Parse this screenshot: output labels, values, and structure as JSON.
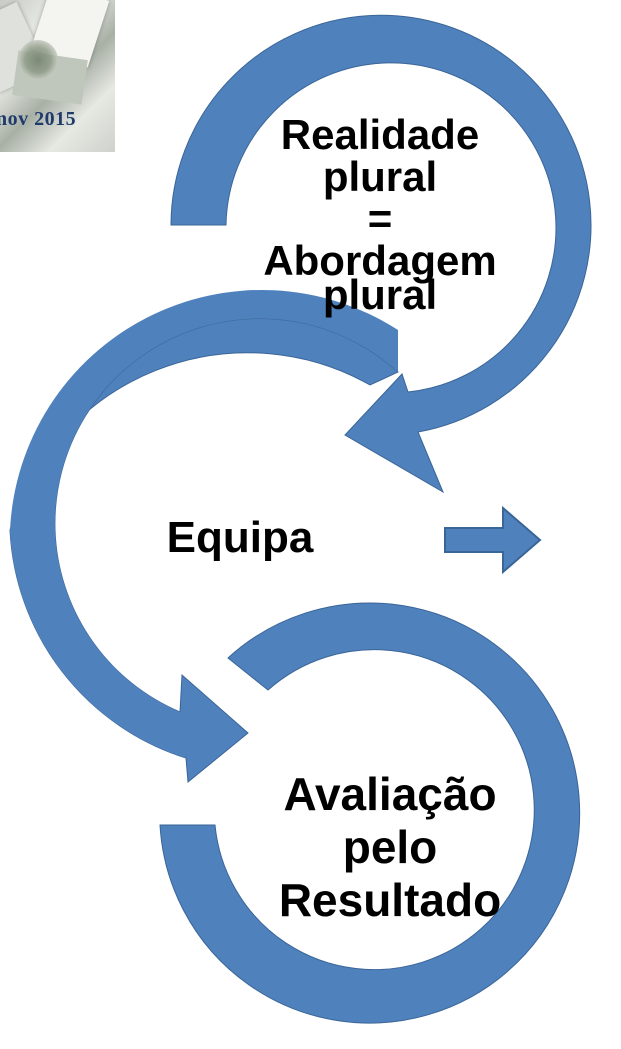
{
  "logo": {
    "caption": "nov 2015"
  },
  "cycle": {
    "top": {
      "lines": [
        "Realidade",
        "plural",
        "=",
        "Abordagem",
        "plural"
      ]
    },
    "middle": {
      "lines": [
        "Equipa"
      ]
    },
    "bottom": {
      "lines": [
        "Avaliação",
        "pelo",
        "Resultado"
      ]
    }
  },
  "colors": {
    "arrow_fill": "#4f81bd",
    "arrow_stroke": "#3a6597",
    "text": "#000000"
  },
  "icons": {
    "right_arrow": "right-arrow-icon"
  }
}
